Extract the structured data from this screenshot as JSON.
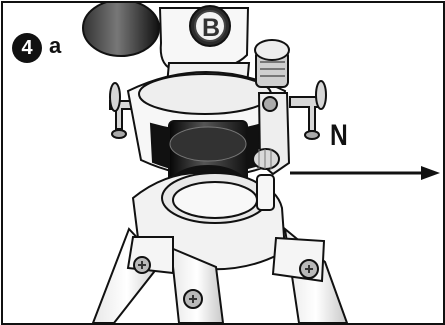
{
  "figure": {
    "step_number": "4",
    "sub_label": "a",
    "direction_label": "N",
    "logo_letter": "B"
  },
  "colors": {
    "outline": "#111111",
    "metal_light": "#f4f4f4",
    "metal_mid": "#bdbdbd",
    "dark_part": "#1d1d1d"
  },
  "icons": {
    "north_arrow": "arrow-right-icon",
    "logo": "brand-logo"
  }
}
